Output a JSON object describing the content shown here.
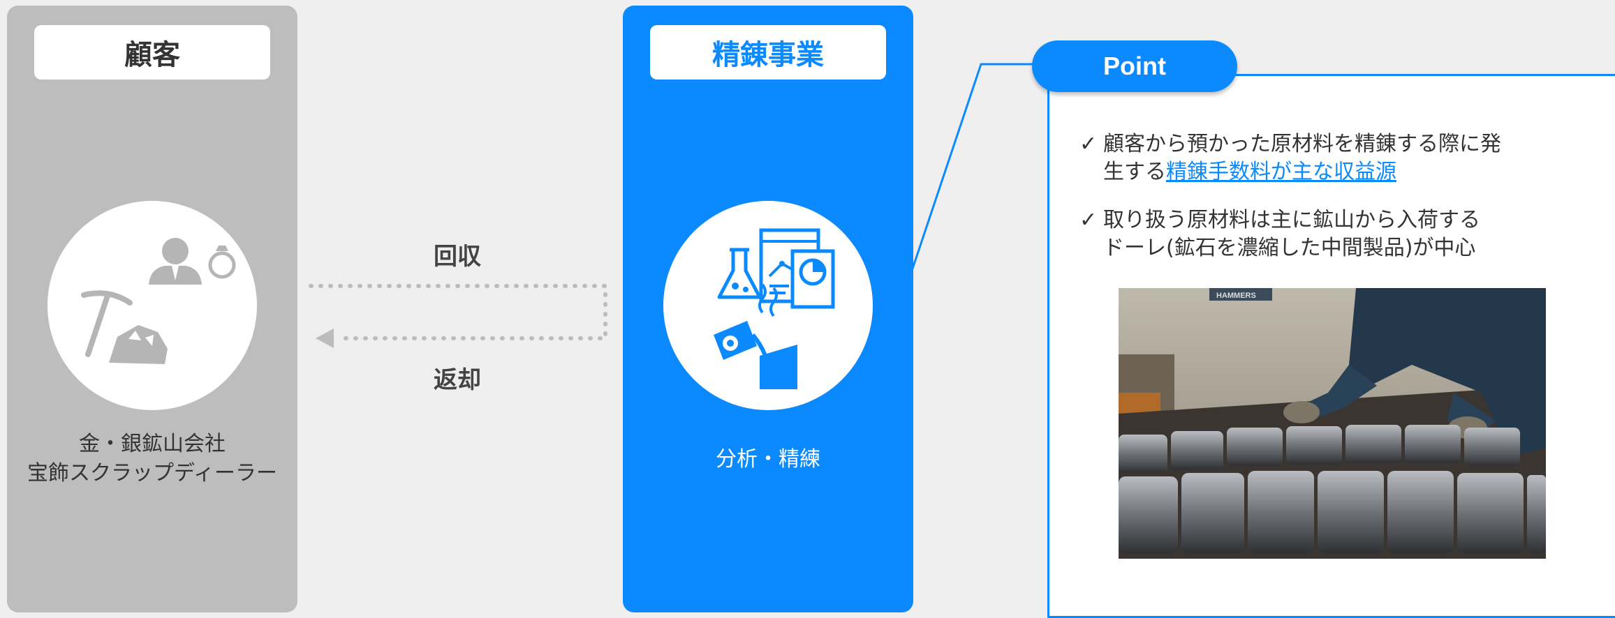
{
  "customer": {
    "header": "顧客",
    "caption_line1": "金・銀鉱山会社",
    "caption_line2": "宝飾スクラップディーラー",
    "icon": "miner-and-jeweler-icon"
  },
  "refining": {
    "header": "精錬事業",
    "caption": "分析・精練",
    "icon": "lab-analysis-and-smelting-icon"
  },
  "flows": {
    "collect_label": "回収",
    "return_label": "返却"
  },
  "point": {
    "badge": "Point",
    "item1_line1": "顧客から預かった原材料を精錬する際に発",
    "item1_line2_prefix": "生する",
    "item1_line2_highlight": "精錬手数料が主な収益源",
    "item2_line1": "取り扱う原材料は主に鉱山から入荷する",
    "item2_line2": "ドーレ(鉱石を濃縮した中間製品)が中心",
    "check_mark": "✓",
    "photo_text": "HAMMERS"
  },
  "colors": {
    "accent": "#0b8aff",
    "customer_panel": "#bdbdbd",
    "background": "#efefef"
  }
}
